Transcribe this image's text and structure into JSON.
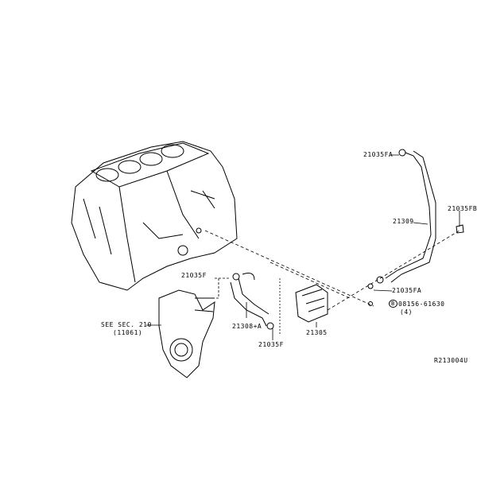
{
  "labels": {
    "hose_clamp_top": "21035FA",
    "hose_21309": "21309",
    "clamp_fb": "21035FB",
    "clamp_fa_lower": "21035FA",
    "bolt_part": "08156-61630",
    "bolt_marker": "B",
    "bolt_qty": "(4)",
    "clamp_f_upper": "21035F",
    "hose_21308": "21308+A",
    "clamp_f_lower": "21035F",
    "oil_cooler": "21305",
    "see_sec": "SEE SEC. 210",
    "see_sec_ref": "(11061)",
    "diagram_code": "R213004U"
  }
}
